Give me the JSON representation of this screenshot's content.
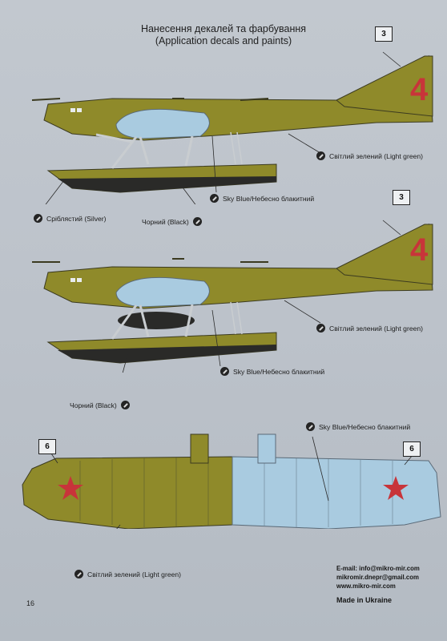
{
  "header": {
    "title_ua": "Нанесення декалей та фарбування",
    "title_en": "(Application decals and paints)"
  },
  "side_view_1": {
    "badge": "3",
    "fuselage_number": "4",
    "labels": {
      "light_green": "Світлий зелений (Light green)",
      "sky_blue": "Sky Blue/Небесно блакитний",
      "silver": "Сріблястий (Silver)",
      "black": "Чорний (Black)"
    }
  },
  "side_view_2": {
    "badge": "3",
    "fuselage_number": "4",
    "labels": {
      "light_green": "Світлий зелений (Light green)",
      "sky_blue": "Sky Blue/Небесно блакитний",
      "black": "Чорний (Black)"
    }
  },
  "wing_view": {
    "badge_left": "6",
    "badge_right": "6",
    "labels": {
      "sky_blue": "Sky Blue/Небесно блакитний",
      "light_green": "Світлий зелений (Light green)"
    }
  },
  "footer": {
    "email": "E-mail: info@mikro-mir.com",
    "email2": "mikromir.dnepr@gmail.com",
    "website": "www.mikro-mir.com",
    "made_in": "Made in Ukraine",
    "page_number": "16"
  },
  "colors": {
    "olive": "#8f8a2a",
    "sky_blue": "#a9cbe0",
    "black": "#2a2a28",
    "silver": "#c9cdd0",
    "red": "#c8343a"
  }
}
